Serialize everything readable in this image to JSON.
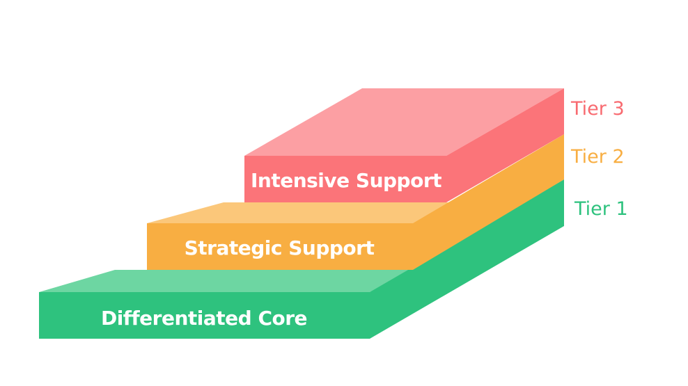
{
  "steps": [
    {
      "tier": "Tier 1",
      "label": "Differentiated Core",
      "colors": {
        "top": "#6DD6A2",
        "front": "#2EC27E",
        "side": "#2EC27E",
        "tier_text": "#2EC27E"
      }
    },
    {
      "tier": "Tier 2",
      "label": "Strategic Support",
      "colors": {
        "top": "#FBC77A",
        "front": "#F8AE42",
        "side": "#F8AE42",
        "tier_text": "#F8AE42"
      }
    },
    {
      "tier": "Tier 3",
      "label": "Intensive Support",
      "colors": {
        "top": "#FC9FA3",
        "front": "#FB7479",
        "side": "#FB7479",
        "tier_text": "#F86A70"
      }
    }
  ],
  "label_color": "#ffffff"
}
